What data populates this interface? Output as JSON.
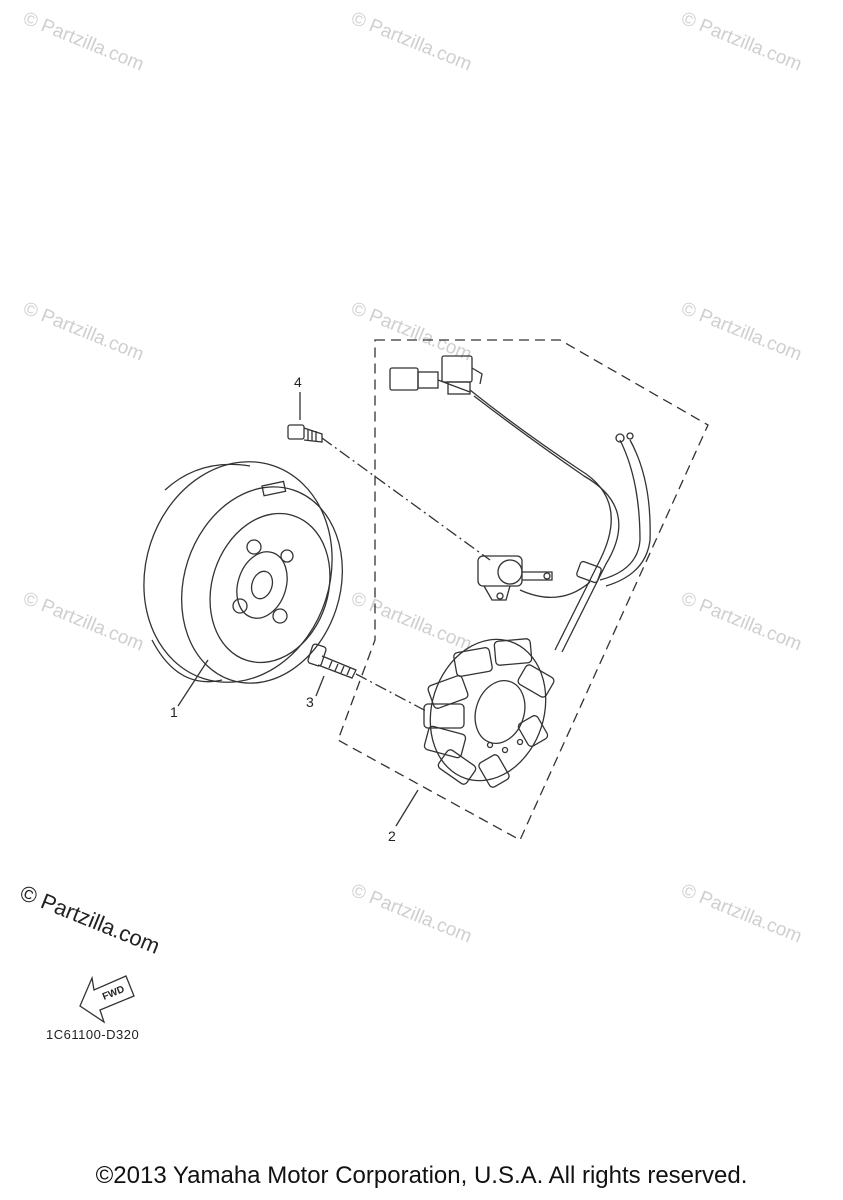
{
  "watermark": "© Partzilla.com",
  "callouts": {
    "p1": "1",
    "p2": "2",
    "p3": "3",
    "p4": "4"
  },
  "brand_mark": "© Partzilla.com",
  "fwd_label": "FWD",
  "diagram_code": "1C61100-D320",
  "copyright": "©2013 Yamaha Motor Corporation, U.S.A. All rights reserved.",
  "colors": {
    "line": "#333333",
    "watermark": "#cfcfcf"
  }
}
